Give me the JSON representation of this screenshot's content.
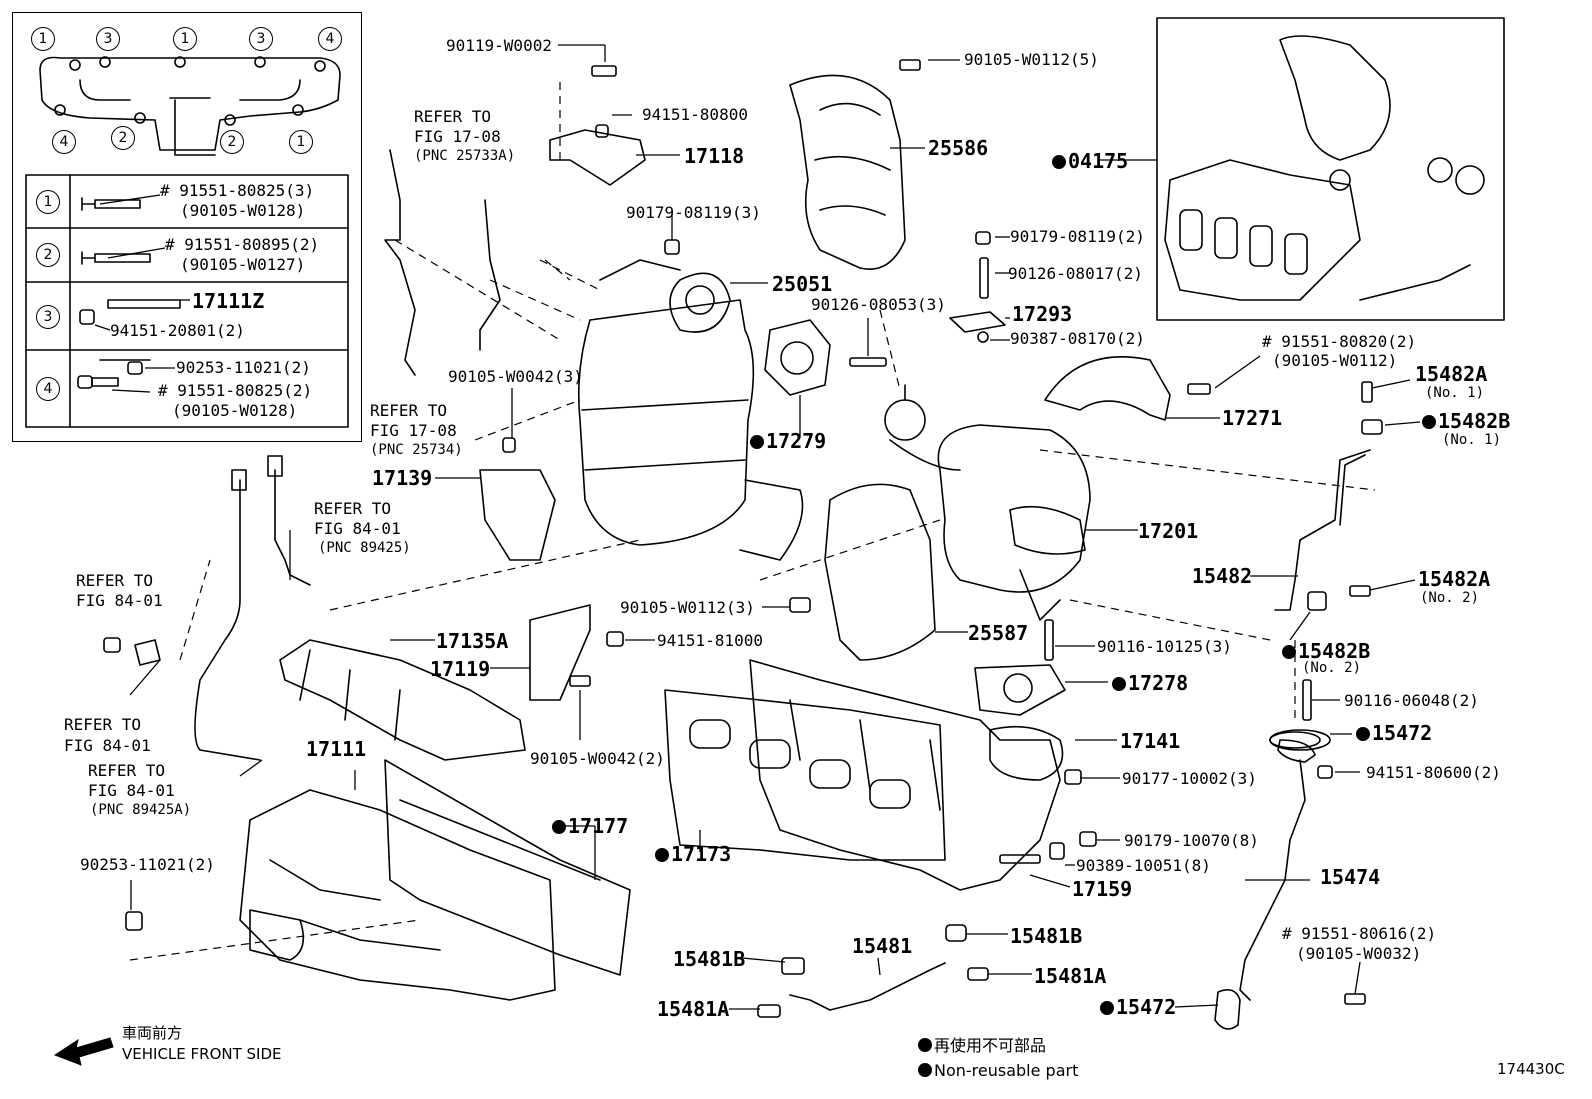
{
  "parts": {
    "p_90119_W0002": "90119-W0002",
    "p_94151_80800": "94151-80800",
    "p_17118": "17118",
    "p_90179_08119_3": "90179-08119(3)",
    "p_25051": "25051",
    "p_90105_W0112_5": "90105-W0112(5)",
    "p_25586": "25586",
    "p_04175": "04175",
    "p_90179_08119_2": "90179-08119(2)",
    "p_90126_08017_2": "90126-08017(2)",
    "p_90126_08053_3": "90126-08053(3)",
    "p_17293": "17293",
    "p_90387_08170_2": "90387-08170(2)",
    "p_91551_80820_2": "# 91551-80820(2)",
    "p_90105_W0112": "(90105-W0112)",
    "p_15482A_1": "15482A",
    "p_no1_a": "(No. 1)",
    "p_15482B_1": "15482B",
    "p_no1_b": "(No. 1)",
    "p_17271": "17271",
    "p_17279": "17279",
    "p_90105_W0042_3": "90105-W0042(3)",
    "p_17139": "17139",
    "p_17201": "17201",
    "p_15482": "15482",
    "p_15482A_2": "15482A",
    "p_no2_a": "(No. 2)",
    "p_15482B_2": "15482B",
    "p_no2_b": "(No. 2)",
    "p_90105_W0112_3": "90105-W0112(3)",
    "p_25587": "25587",
    "p_17135A": "17135A",
    "p_94151_81000": "94151-81000",
    "p_17119": "17119",
    "p_90116_10125_3": "90116-10125(3)",
    "p_17278": "17278",
    "p_90116_06048_2": "90116-06048(2)",
    "p_15472_a": "15472",
    "p_90105_W0042_2": "90105-W0042(2)",
    "p_17141": "17141",
    "p_94151_80600_2": "94151-80600(2)",
    "p_90177_10002_3": "90177-10002(3)",
    "p_17111": "17111",
    "p_17177": "17177",
    "p_17173": "17173",
    "p_90179_10070_8": "90179-10070(8)",
    "p_90389_10051_8": "90389-10051(8)",
    "p_15474": "15474",
    "p_17159": "17159",
    "p_90253_11021_2": "90253-11021(2)",
    "p_15481B_a": "15481B",
    "p_15481": "15481",
    "p_15481B_b": "15481B",
    "p_91551_80616_2": "# 91551-80616(2)",
    "p_90105_W0032": "(90105-W0032)",
    "p_15481A_a": "15481A",
    "p_15481A_b": "15481A",
    "p_15472_b": "15472"
  },
  "refs": {
    "r1_a": "REFER TO",
    "r1_b": "FIG 17-08",
    "r1_c": "(PNC 25733A)",
    "r2_a": "REFER TO",
    "r2_b": "FIG 17-08",
    "r2_c": "(PNC 25734)",
    "r3_a": "REFER TO",
    "r3_b": "FIG 84-01",
    "r3_c": "(PNC 89425)",
    "r4_a": "REFER TO",
    "r4_b": "FIG 84-01",
    "r5_a": "REFER TO",
    "r5_b": "FIG 84-01",
    "r6_a": "REFER TO",
    "r6_b": "FIG 84-01",
    "r6_c": "(PNC 89425A)"
  },
  "legend": {
    "n1": "1",
    "n2": "2",
    "n3": "3",
    "n4": "4",
    "row1_a": "# 91551-80825(3)",
    "row1_b": "(90105-W0128)",
    "row2_a": "# 91551-80895(2)",
    "row2_b": "(90105-W0127)",
    "row3_a": "17111Z",
    "row3_b": "94151-20801(2)",
    "row4_a": "90253-11021(2)",
    "row4_b": "# 91551-80825(2)",
    "row4_c": "(90105-W0128)"
  },
  "footer": {
    "front_jp": "車両前方",
    "front_en": "VEHICLE FRONT SIDE",
    "nonreuse_jp": "再使用不可部品",
    "nonreuse_en": "Non-reusable part",
    "figure_id": "174430C"
  }
}
